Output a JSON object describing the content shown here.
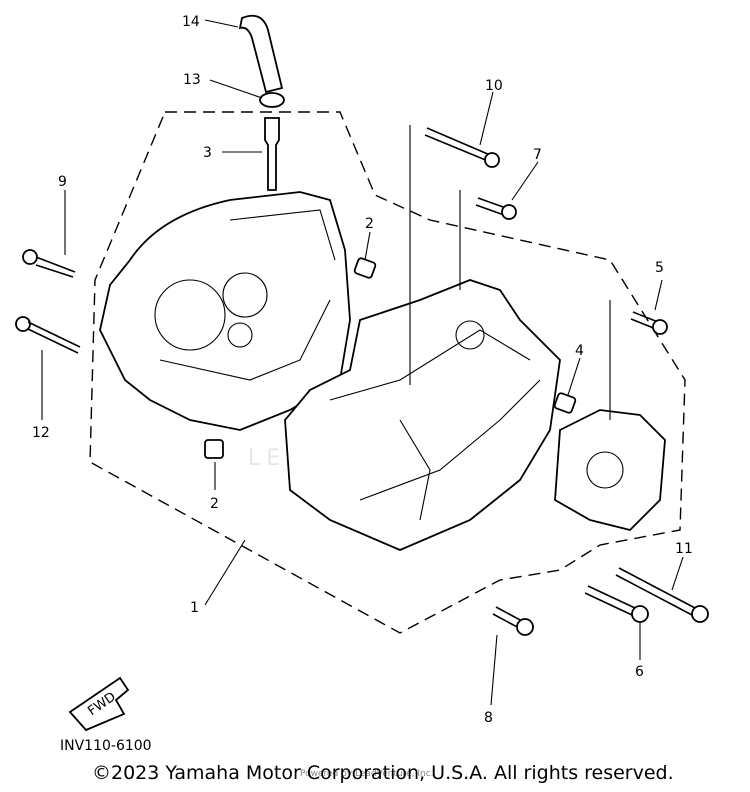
{
  "diagram": {
    "callouts": [
      {
        "id": "c1",
        "text": "1"
      },
      {
        "id": "c2a",
        "text": "2"
      },
      {
        "id": "c2b",
        "text": "2"
      },
      {
        "id": "c3",
        "text": "3"
      },
      {
        "id": "c4",
        "text": "4"
      },
      {
        "id": "c5",
        "text": "5"
      },
      {
        "id": "c6",
        "text": "6"
      },
      {
        "id": "c7",
        "text": "7"
      },
      {
        "id": "c8",
        "text": "8"
      },
      {
        "id": "c9",
        "text": "9"
      },
      {
        "id": "c10",
        "text": "10"
      },
      {
        "id": "c11",
        "text": "11"
      },
      {
        "id": "c12",
        "text": "12"
      },
      {
        "id": "c13",
        "text": "13"
      },
      {
        "id": "c14",
        "text": "14"
      }
    ],
    "fwd_label": "FWD",
    "figure_code": "INV110-6100",
    "watermark": "LEADVENTURE",
    "tiny_caption": "Powered by LeadVenture, Inc."
  },
  "footer": {
    "copyright": "©2023 Yamaha Motor Corporation, U.S.A. All rights reserved."
  }
}
